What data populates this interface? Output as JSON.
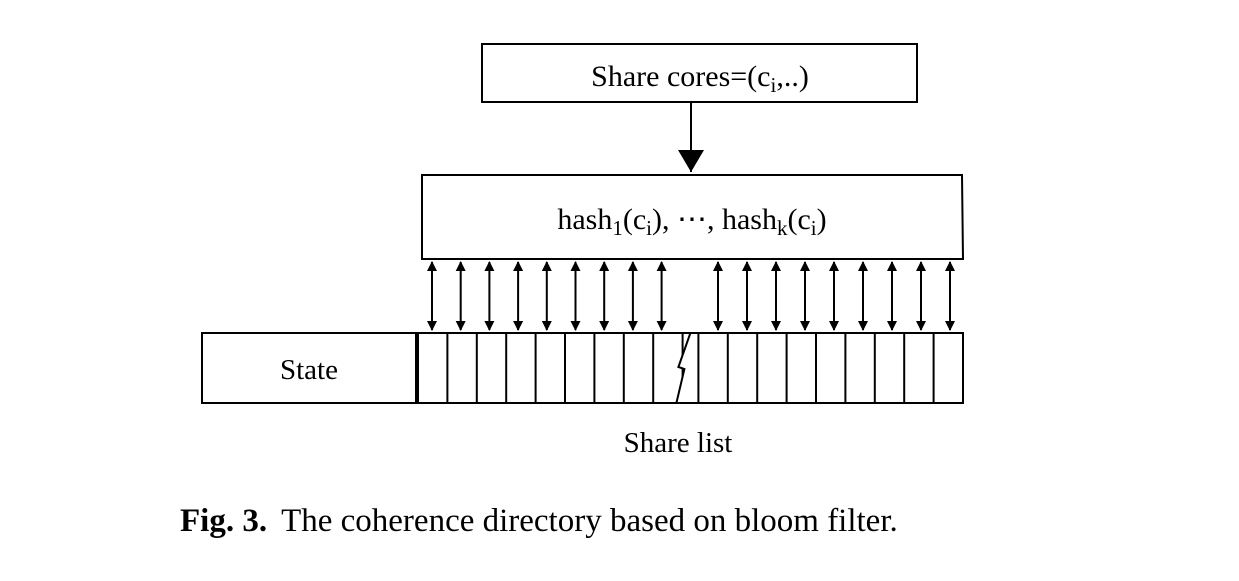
{
  "diagram": {
    "top_box": {
      "text": "Share cores=(c",
      "sub": "i",
      "tail": ",..)"
    },
    "hash_box": {
      "parts": [
        {
          "t": "hash"
        },
        {
          "t": "1",
          "sub": true
        },
        {
          "t": "(c"
        },
        {
          "t": "i",
          "sub": true
        },
        {
          "t": "), ⋯, hash"
        },
        {
          "t": "k",
          "sub": true
        },
        {
          "t": "(c"
        },
        {
          "t": "i",
          "sub": true
        },
        {
          "t": ")"
        }
      ]
    },
    "state_label": "State",
    "share_list_label": "Share list",
    "left_bit_cells": 9,
    "right_bit_cells": 9
  },
  "caption": {
    "fig_label": "Fig. 3.",
    "text": "The coherence directory based on bloom filter."
  }
}
